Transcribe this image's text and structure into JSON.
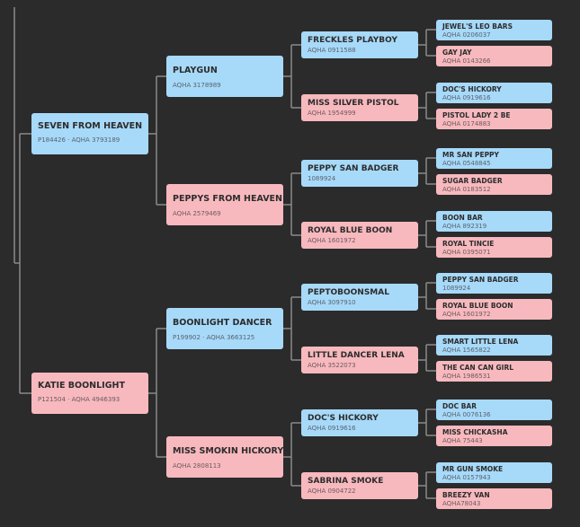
{
  "pedigree": {
    "sire": {
      "name": "SEVEN FROM HEAVEN",
      "reg": "P184426 · AQHA 3793189",
      "sex": "male",
      "sire": {
        "name": "PLAYGUN",
        "reg": "AQHA 3178989",
        "sex": "male",
        "sire": {
          "name": "FRECKLES PLAYBOY",
          "reg": "AQHA 0911588",
          "sex": "male",
          "sire": {
            "name": "JEWEL'S LEO BARS",
            "reg": "AQHA 0206037",
            "sex": "male"
          },
          "dam": {
            "name": "GAY JAY",
            "reg": "AQHA 0143266",
            "sex": "female"
          }
        },
        "dam": {
          "name": "MISS SILVER PISTOL",
          "reg": "AQHA 1954999",
          "sex": "female",
          "sire": {
            "name": "DOC'S HICKORY",
            "reg": "AQHA 0919616",
            "sex": "male"
          },
          "dam": {
            "name": "PISTOL LADY 2 BE",
            "reg": "AQHA 0174883",
            "sex": "female"
          }
        }
      },
      "dam": {
        "name": "PEPPYS FROM HEAVEN.",
        "reg": "AQHA 2579469",
        "sex": "female",
        "sire": {
          "name": "PEPPY SAN BADGER",
          "reg": "1089924",
          "sex": "male",
          "sire": {
            "name": "MR SAN PEPPY",
            "reg": "AQHA 0548845",
            "sex": "male"
          },
          "dam": {
            "name": "SUGAR BADGER",
            "reg": "AQHA 0183512",
            "sex": "female"
          }
        },
        "dam": {
          "name": "ROYAL BLUE BOON",
          "reg": "AQHA 1601972",
          "sex": "female",
          "sire": {
            "name": "BOON BAR",
            "reg": "AQHA 892319",
            "sex": "male"
          },
          "dam": {
            "name": "ROYAL TINCIE",
            "reg": "AQHA 0395071",
            "sex": "female"
          }
        }
      }
    },
    "dam": {
      "name": "KATIE BOONLIGHT",
      "reg": "P121504 · AQHA 4946393",
      "sex": "female",
      "sire": {
        "name": "BOONLIGHT DANCER",
        "reg": "P199902 · AQHA 3663125",
        "sex": "male",
        "sire": {
          "name": "PEPTOBOONSMAL",
          "reg": "AQHA 3097910",
          "sex": "male",
          "sire": {
            "name": "PEPPY SAN BADGER",
            "reg": "1089924",
            "sex": "male"
          },
          "dam": {
            "name": "ROYAL BLUE BOON",
            "reg": "AQHA 1601972",
            "sex": "female"
          }
        },
        "dam": {
          "name": "LITTLE DANCER LENA",
          "reg": "AQHA 3522073",
          "sex": "female",
          "sire": {
            "name": "SMART LITTLE LENA",
            "reg": "AQHA 1565822",
            "sex": "male"
          },
          "dam": {
            "name": "THE CAN CAN GIRL",
            "reg": "AQHA 1986531",
            "sex": "female"
          }
        }
      },
      "dam": {
        "name": "MISS SMOKIN HICKORY",
        "reg": "AQHA 2808113",
        "sex": "female",
        "sire": {
          "name": "DOC'S HICKORY",
          "reg": "AQHA 0919616",
          "sex": "male",
          "sire": {
            "name": "DOC BAR",
            "reg": "AQHA 0076136",
            "sex": "male"
          },
          "dam": {
            "name": "MISS CHICKASHA",
            "reg": "AQHA 75443",
            "sex": "female"
          }
        },
        "dam": {
          "name": "SABRINA SMOKE",
          "reg": "AQHA 0904722",
          "sex": "female",
          "sire": {
            "name": "MR GUN SMOKE",
            "reg": "AQHA 0157943",
            "sex": "male"
          },
          "dam": {
            "name": "BREEZY VAN",
            "reg": "AQHA78043",
            "sex": "female"
          }
        }
      }
    }
  },
  "colors": {
    "background": "#2b2b2b",
    "male_card": "#a7d9f9",
    "female_card": "#f7b9be",
    "connector": "#8a8a8a",
    "text": "#2c2c2c"
  }
}
